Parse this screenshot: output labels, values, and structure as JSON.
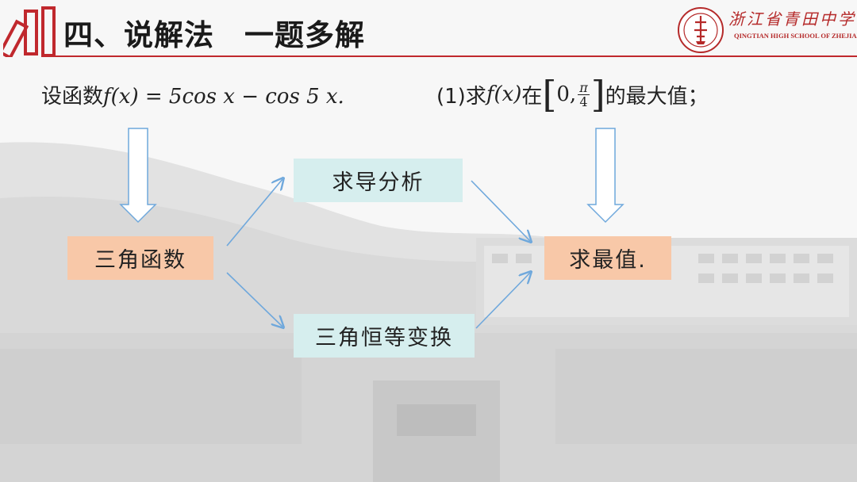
{
  "header": {
    "title": "四、说解法　一题多解",
    "school_name_cn": "浙江省青田中学",
    "school_name_en": "QINGTIAN HIGH SCHOOL OF ZHEJIAN PROVINCE"
  },
  "problem": {
    "prefix": "设函数",
    "function": "f(x) = 5cos x − cos 5 x.",
    "part_label": "(1)求",
    "part_func": "f(x)",
    "part_in": "在",
    "interval_left": "0,",
    "interval_num": "π",
    "interval_den": "4",
    "part_suffix": "的最大值；"
  },
  "flow": {
    "start": "三角函数",
    "upper": "求导分析",
    "lower": "三角恒等变换",
    "end": "求最值."
  },
  "colors": {
    "accent_red": "#c0282d",
    "orange_box": "#f8c8a8",
    "cyan_box": "#d6eeee",
    "arrow_blue": "#6fa8dc"
  }
}
